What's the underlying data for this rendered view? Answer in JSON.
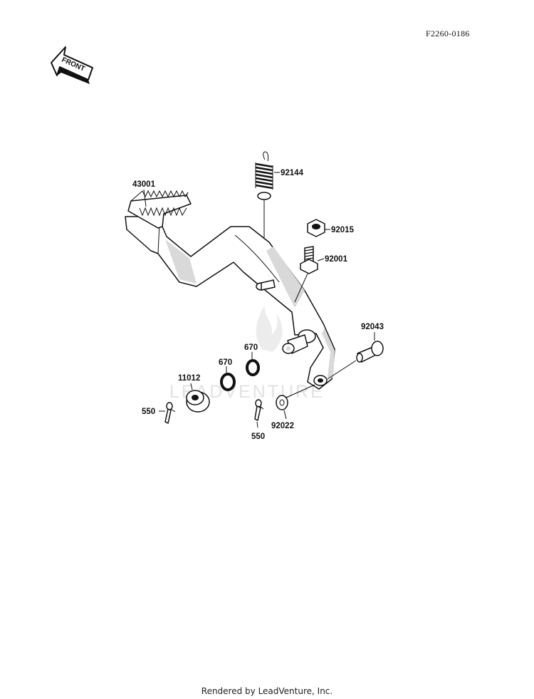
{
  "reference_code": "F2260-0186",
  "front_label": "FRONT",
  "watermark": "LEADVENTURE",
  "footer": "Rendered by LeadVenture, Inc.",
  "parts": {
    "p43001": "43001",
    "p92144": "92144",
    "p92015": "92015",
    "p92001": "92001",
    "p92043": "92043",
    "p670a": "670",
    "p670b": "670",
    "p11012": "11012",
    "p550a": "550",
    "p550b": "550",
    "p92022": "92022"
  }
}
